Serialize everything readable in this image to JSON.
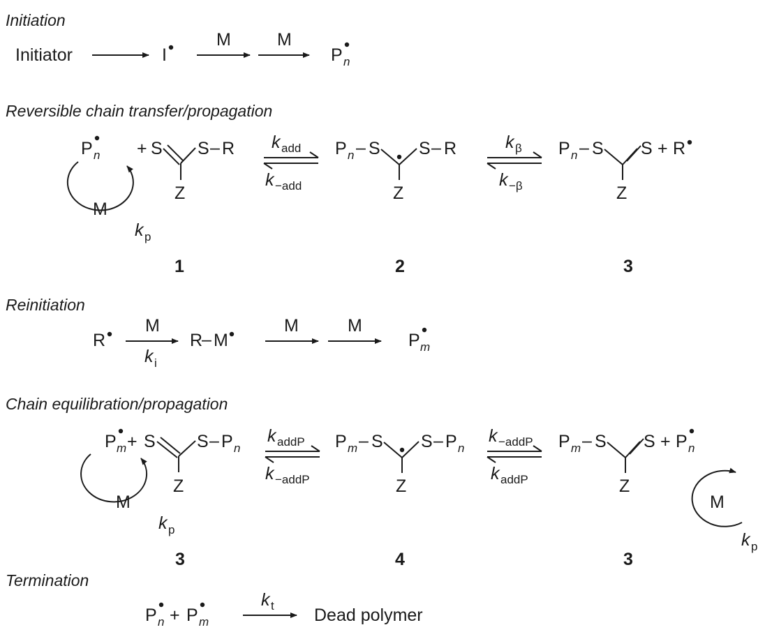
{
  "sections": {
    "initiation": "Initiation",
    "reversible": "Reversible chain transfer/propagation",
    "reinitiation": "Reinitiation",
    "equilibration": "Chain equilibration/propagation",
    "termination": "Termination"
  },
  "species": {
    "initiator": "Initiator",
    "I": "I",
    "P": "P",
    "R": "R",
    "S": "S",
    "Z": "Z",
    "M": "M",
    "sub_n": "n",
    "sub_m": "m",
    "plus": "+",
    "dash": "–",
    "dead_polymer": "Dead polymer"
  },
  "rates": {
    "k": "k",
    "add": "add",
    "minus_add": "−add",
    "beta": "β",
    "minus_beta": "−β",
    "i": "i",
    "p": "p",
    "addP": "addP",
    "minus_addP": "−addP",
    "t": "t"
  },
  "labels": {
    "one": "1",
    "two": "2",
    "three": "3",
    "four": "4"
  }
}
